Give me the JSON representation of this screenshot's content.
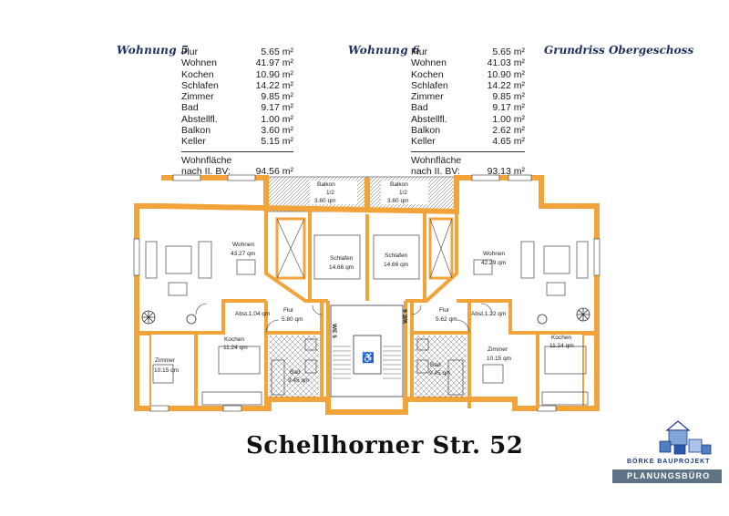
{
  "colors": {
    "wall": "#f2a33a",
    "wall_dark": "#d9892a",
    "heading": "#1d3260",
    "logo_blue": "#1c3a8c",
    "footer_bar": "#5e7385"
  },
  "plan_title": "Grundriss Obergeschoss",
  "address": "Schellhorner Str. 52",
  "company": {
    "name": "BÖRKE BAUPROJEKT",
    "department": "PLANUNGSBÜRO"
  },
  "unit5": {
    "heading": "Wohnung 5",
    "rows": [
      {
        "label": "Flur",
        "value": "5.65 m²"
      },
      {
        "label": "Wohnen",
        "value": "41.97 m²"
      },
      {
        "label": "Kochen",
        "value": "10.90 m²"
      },
      {
        "label": "Schlafen",
        "value": "14.22 m²"
      },
      {
        "label": "Zimmer",
        "value": "9.85 m²"
      },
      {
        "label": "Bad",
        "value": "9.17 m²"
      },
      {
        "label": "Abstellfl.",
        "value": "1.00 m²"
      },
      {
        "label": "Balkon",
        "value": "3.60 m²"
      },
      {
        "label": "Keller",
        "value": "5.15 m²"
      }
    ],
    "summary_label1": "Wohnfläche",
    "summary_label2": "nach II. BV:",
    "summary_value": "94.56 m²"
  },
  "unit6": {
    "heading": "Wohnung 6",
    "rows": [
      {
        "label": "Flur",
        "value": "5.65 m²"
      },
      {
        "label": "Wohnen",
        "value": "41.03 m²"
      },
      {
        "label": "Kochen",
        "value": "10.90 m²"
      },
      {
        "label": "Schlafen",
        "value": "14.22 m²"
      },
      {
        "label": "Zimmer",
        "value": "9.85 m²"
      },
      {
        "label": "Bad",
        "value": "9.17 m²"
      },
      {
        "label": "Abstellfl.",
        "value": "1.00 m²"
      },
      {
        "label": "Balkon",
        "value": "2.62 m²"
      },
      {
        "label": "Keller",
        "value": "4.65 m²"
      }
    ],
    "summary_label1": "Wohnfläche",
    "summary_label2": "nach II. BV:",
    "summary_value": "93.13 m²"
  },
  "plan_labels": {
    "balkon_left": "Balkon",
    "balkon_left_ratio": "1/2",
    "balkon_left_area": "3.60 qm",
    "balkon_right": "Balkon",
    "balkon_right_ratio": "1/2",
    "balkon_right_area": "3.60 qm",
    "wohnen_left": "Wohnen",
    "wohnen_left_area": "43.27 qm",
    "wohnen_right": "Wohnen",
    "wohnen_right_area": "42.29 qm",
    "schlafen_left": "Schlafen",
    "schlafen_left_area": "14.66 qm",
    "schlafen_right": "Schlafen",
    "schlafen_right_area": "14.66 qm",
    "abst_left": "Abst.1.04 qm",
    "abst_right": "Abst.1.22 qm",
    "flur_left": "Flur",
    "flur_left_area": "5.80 qm",
    "flur_right": "Flur",
    "flur_right_area": "5.62 qm",
    "we5": "WE 5",
    "we6": "WE 6",
    "kochen_left": "Kochen",
    "kochen_left_area": "11.24 qm",
    "kochen_right": "Kochen",
    "kochen_right_area": "11.24 qm",
    "zimmer_left": "Zimmer",
    "zimmer_left_area": "10.15 qm",
    "zimmer_right": "Zimmer",
    "zimmer_right_area": "10.15 qm",
    "bad_left": "Bad",
    "bad_left_area": "9.45 qm",
    "bad_right": "Bad",
    "bad_right_area": "9.45 qm"
  }
}
